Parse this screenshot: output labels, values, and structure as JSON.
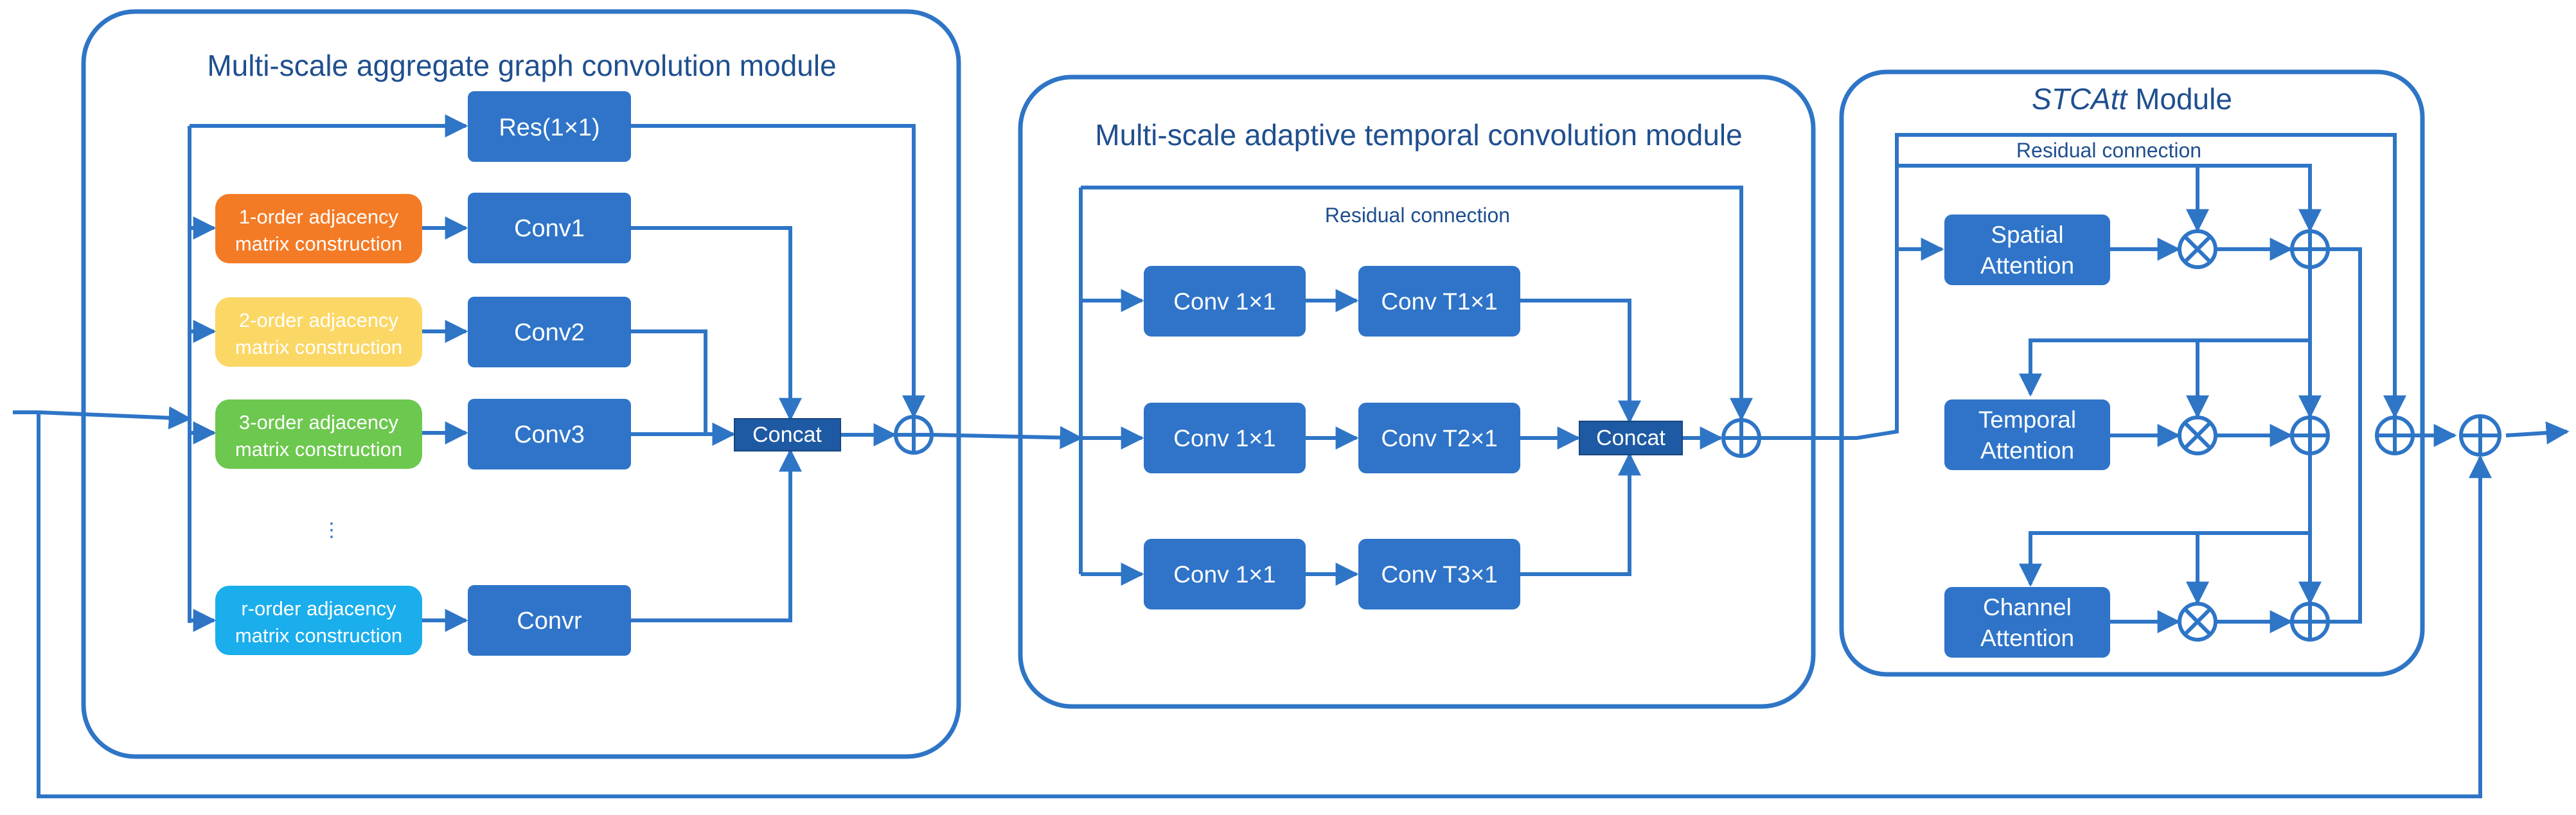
{
  "colors": {
    "line": "#2e75c6",
    "box": "#2f74c8",
    "concat": "#1e5aa3",
    "order1": "#f47b25",
    "order2": "#fbd765",
    "order3": "#6cc84e",
    "orderr": "#1aaeec",
    "title": "#1f4f8f"
  },
  "modules": {
    "graph": {
      "title": "Multi-scale aggregate graph convolution module",
      "res": "Res(1×1)",
      "rows": [
        {
          "adj_line1": "1-order adjacency",
          "adj_line2": "matrix construction",
          "conv": "Conv1"
        },
        {
          "adj_line1": "2-order adjacency",
          "adj_line2": "matrix construction",
          "conv": "Conv2"
        },
        {
          "adj_line1": "3-order adjacency",
          "adj_line2": "matrix construction",
          "conv": "Conv3"
        },
        {
          "adj_line1": "r-order adjacency",
          "adj_line2": "matrix construction",
          "conv": "Convr"
        }
      ],
      "ellipsis": "⋮",
      "concat": "Concat"
    },
    "temporal": {
      "title": "Multi-scale adaptive temporal convolution module",
      "residual": "Residual connection",
      "rows": [
        {
          "conv": "Conv 1×1",
          "tconv": "Conv T1×1"
        },
        {
          "conv": "Conv 1×1",
          "tconv": "Conv T2×1"
        },
        {
          "conv": "Conv 1×1",
          "tconv": "Conv T3×1"
        }
      ],
      "concat": "Concat"
    },
    "stcatt": {
      "title_italic": "STCAtt",
      "title_rest": " Module",
      "residual": "Residual connection",
      "attentions": [
        {
          "line1": "Spatial",
          "line2": "Attention"
        },
        {
          "line1": "Temporal",
          "line2": "Attention"
        },
        {
          "line1": "Channel",
          "line2": "Attention"
        }
      ]
    }
  }
}
